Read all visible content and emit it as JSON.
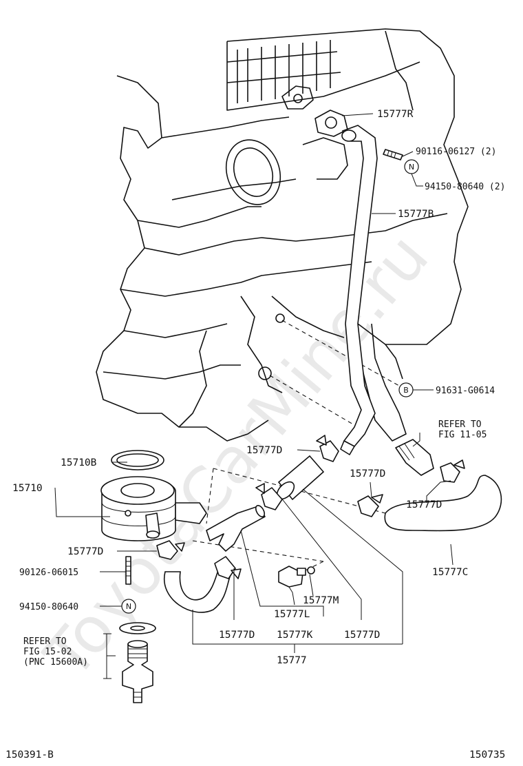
{
  "watermark": "ToyotaCarMine.ru",
  "footer": {
    "left_code": "150391-B",
    "right_code": "150735"
  },
  "symbols": {
    "n_mark": "N",
    "b_mark": "B"
  },
  "parts": {
    "p15777R": "15777R",
    "p90116": "90116-06127 (2)",
    "p94150_2": "94150-80640 (2)",
    "p15777B": "15777B",
    "p91631": "91631-G0614",
    "refer_11_line1": "REFER TO",
    "refer_11_line2": "FIG 11-05",
    "p15777D_a": "15777D",
    "p15710B": "15710B",
    "p15710": "15710",
    "p15777D_b": "15777D",
    "p15777D_c": "15777D",
    "p15777D_d": "15777D",
    "p90126": "90126-06015",
    "p15777C": "15777C",
    "p15777M": "15777M",
    "p15777L": "15777L",
    "p94150": "94150-80640",
    "p15777D_e": "15777D",
    "p15777K": "15777K",
    "p15777D_f": "15777D",
    "p15777": "15777",
    "refer_15_line1": "REFER TO",
    "refer_15_line2": "FIG 15-02",
    "refer_15_line3": "(PNC 15600A)"
  }
}
